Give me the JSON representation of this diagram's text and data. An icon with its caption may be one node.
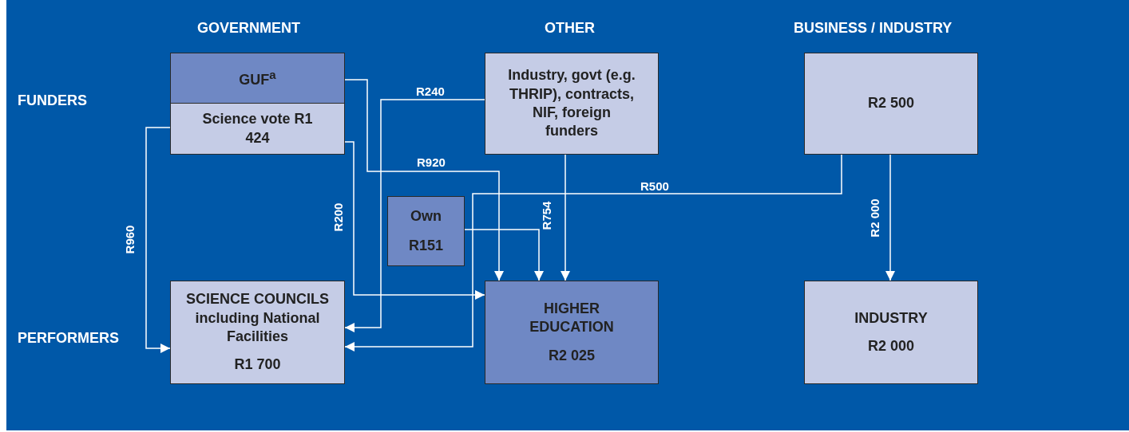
{
  "diagram": {
    "nodes": [
      {
        "text": [
          "GUF$^{a}$"
        ]
      },
      {
        "text": [
          "Science vote R1 424"
        ]
      },
      {
        "text": [
          "Industry, govt (e.g. THRIP), contracts, NIF, foreign funders"
        ]
      },
      {
        "text": [
          "R2 500"
        ]
      },
      {
        "text": [
          "Own",
          "R151"
        ]
      },
      {
        "text": [
          "SCIENCE COUNCILS including National Facilities",
          "R1 700"
        ]
      },
      {
        "text": [
          "HIGHER EDUCATION",
          "R2 025"
        ]
      },
      {
        "text": [
          "INDUSTRY",
          "R2 000"
        ]
      }
    ],
    "edges": [
      {
        "from": 0,
        "to": 6,
        "arrow": "to",
        "label": "R920"
      },
      {
        "from": 1,
        "to": 5,
        "arrow": "to",
        "label": "R960"
      },
      {
        "from": 1,
        "to": 6,
        "arrow": "to",
        "label": "R200"
      },
      {
        "from": 2,
        "to": 5,
        "arrow": "to",
        "label": "R240"
      },
      {
        "from": 2,
        "to": 6,
        "arrow": "to",
        "label": "R754"
      },
      {
        "from": 3,
        "to": 5,
        "arrow": "to",
        "label": "R500"
      },
      {
        "from": 4,
        "to": 6,
        "arrow": "to"
      },
      {
        "from": 3,
        "to": 7,
        "arrow": "to",
        "label": "R2 000"
      }
    ],
    "labels": [
      "GOVERNMENT",
      "OTHER",
      "BUSINESS / INDUSTRY",
      "FUNDERS",
      "PERFORMERS"
    ]
  }
}
